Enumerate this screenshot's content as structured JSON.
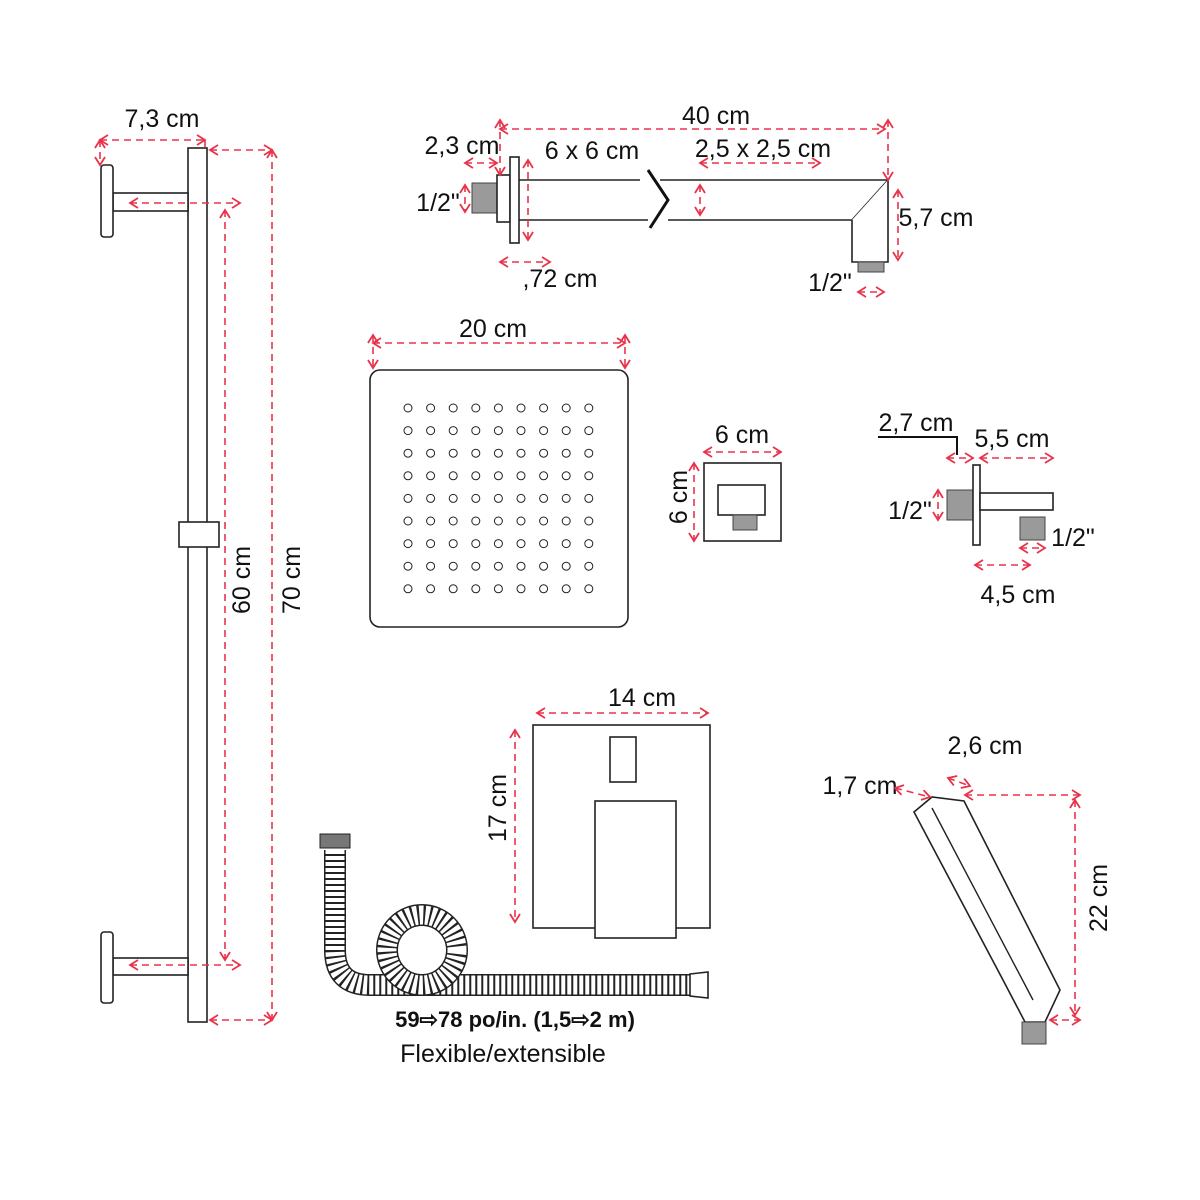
{
  "colors": {
    "dimension": "#e8334a",
    "outline": "#222222"
  },
  "slide_bar": {
    "width_label": "7,3 cm",
    "inner_height_label": "60 cm",
    "total_height_label": "70 cm"
  },
  "shower_arm": {
    "length_label": "40 cm",
    "thread_length_label": "2,3 cm",
    "flange_label": "6 x 6 cm",
    "tube_label": "2,5 x 2,5 cm",
    "inlet_thread_label": "1/2\"",
    "drop_label": "5,7 cm",
    "flange_thickness_label": ",72 cm",
    "outlet_thread_label": "1/2\""
  },
  "shower_head": {
    "size_label": "20 cm"
  },
  "wall_elbow": {
    "width_label": "6 cm",
    "height_label": "6 cm"
  },
  "wall_connector": {
    "thread_length_label": "2,7 cm",
    "length_label": "5,5 cm",
    "inlet_thread_label": "1/2\"",
    "outlet_thread_label": "1/2\"",
    "offset_label": "4,5 cm"
  },
  "valve_plate": {
    "width_label": "14 cm",
    "height_label": "17 cm"
  },
  "hose": {
    "length_label": "59⇨78 po/in. (1,5⇨2 m)",
    "type_label": "Flexible/extensible"
  },
  "hand_shower": {
    "width_label": "2,6 cm",
    "depth_label": "1,7 cm",
    "length_label": "22 cm"
  }
}
